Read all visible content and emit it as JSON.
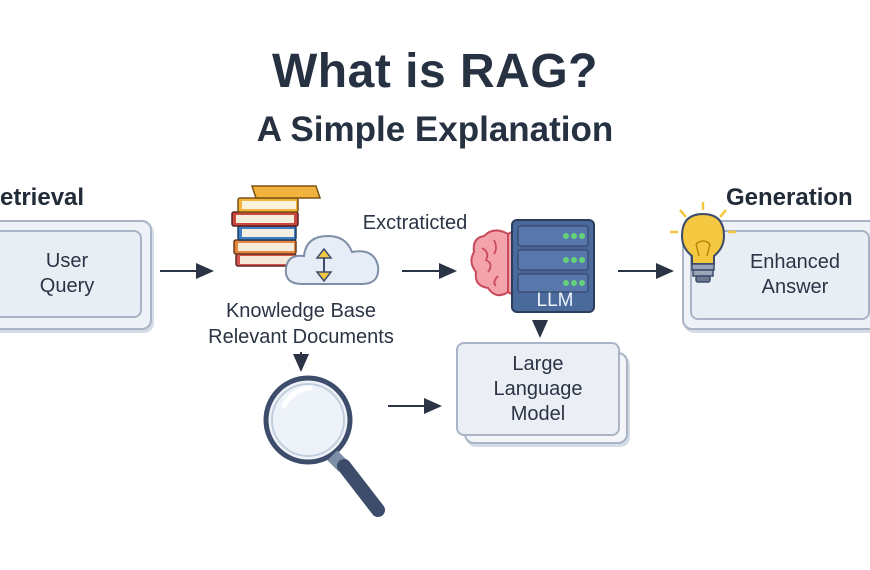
{
  "title": "What is RAG?",
  "subtitle": "A Simple Explanation",
  "retrieval": {
    "section_label": "etrieval",
    "box_label_line1": "User",
    "box_label_line2": "Query"
  },
  "knowledge_base": {
    "label_line1": "Knowledge Base",
    "label_line2": "Relevant Documents"
  },
  "extracted_label": "Exctraticted",
  "llm": {
    "badge": "LLM",
    "box_line1": "Large",
    "box_line2": "Language",
    "box_line3": "Model"
  },
  "generation": {
    "section_label": "Generation",
    "box_label_line1": "Enhanced",
    "box_label_line2": "Answer"
  },
  "colors": {
    "text": "#263142",
    "box_fill": "#eef2f7",
    "box_border": "#aab4c6",
    "brain": "#f08a96",
    "server": "#4c6ea0",
    "server_led": "#66d17a",
    "bulb": "#f5c842",
    "magnifier_handle": "#3d4c6a"
  },
  "icons": [
    "books-icon",
    "cloud-sync-icon",
    "brain-icon",
    "server-icon",
    "lightbulb-icon",
    "magnifier-icon"
  ]
}
